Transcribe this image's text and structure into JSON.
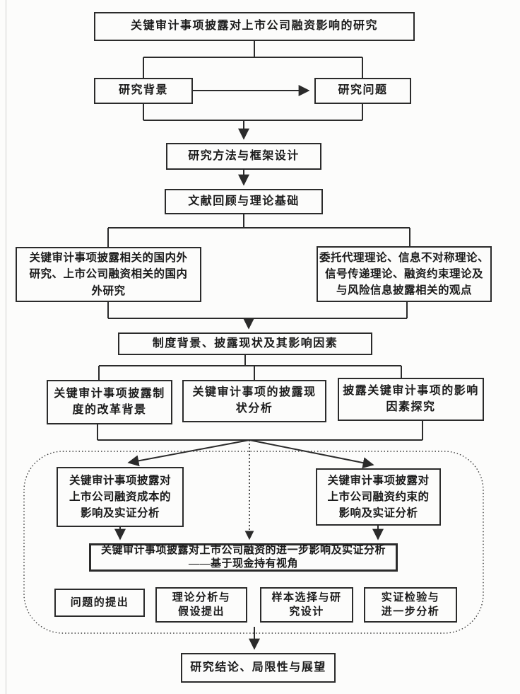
{
  "diagram": {
    "type": "flowchart",
    "language": "zh-CN",
    "nodes": [
      {
        "id": "main-title",
        "label": "关键审计事项披露对上市公司融资影响的研究"
      },
      {
        "id": "research-background",
        "label": "研究背景"
      },
      {
        "id": "research-question",
        "label": "研究问题"
      },
      {
        "id": "method-framework",
        "label": "研究方法与框架设计"
      },
      {
        "id": "literature-review",
        "label": "文献回顾与理论基础"
      },
      {
        "id": "domestic-foreign-research",
        "label": "关键审计事项披露相关的国内外\n研究、上市公司融资相关的国内\n外研究"
      },
      {
        "id": "theory-basis",
        "label": "委托代理理论、信息不对称理论、\n信号传递理论、融资约束理论及\n与风险信息披露相关的观点"
      },
      {
        "id": "institution-status-factors",
        "label": "制度背景、披露现状及其影响因素"
      },
      {
        "id": "reform-background",
        "label": "关键审计事项披露制\n度的改革背景"
      },
      {
        "id": "disclosure-status",
        "label": "关键审计事项的披露现\n状分析"
      },
      {
        "id": "influencing-factors",
        "label": "披露关键审计事项的影响\n因素探究"
      },
      {
        "id": "financing-cost",
        "label": "关键审计事项披露对\n上市公司融资成本的\n影响及实证分析"
      },
      {
        "id": "financing-constraint",
        "label": "关键审计事项披露对\n上市公司融资约束的\n影响及实证分析"
      },
      {
        "id": "further-impact",
        "label": "关键审计事项披露对上市公司融资的进一步影响及实证分析\n——基于现金持有视角"
      },
      {
        "id": "question-raising",
        "label": "问题的提出"
      },
      {
        "id": "theory-hypothesis",
        "label": "理论分析与\n假设提出"
      },
      {
        "id": "sample-design",
        "label": "样本选择与研\n究设计"
      },
      {
        "id": "empirical-test",
        "label": "实证检验与\n进一步分析"
      },
      {
        "id": "conclusion",
        "label": "研究结论、局限性与展望"
      }
    ],
    "colors": {
      "line": "#2b2b2b",
      "box_border": "#2b2b2b",
      "background": "#fcfcfb",
      "text": "#1b1b1b"
    }
  }
}
